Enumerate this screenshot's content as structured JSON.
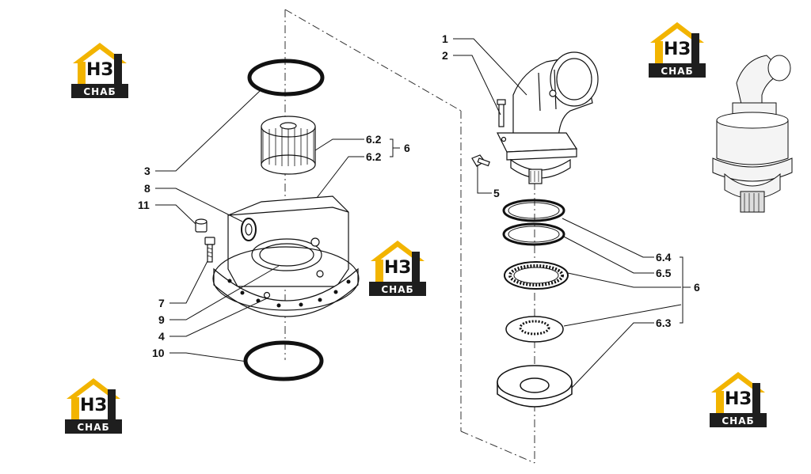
{
  "brand": {
    "logo_mark": "НЗ",
    "logo_text": "СНАБ",
    "accent_color": "#f2b400",
    "dark_color": "#1e1e1e"
  },
  "callouts": {
    "c1": "1",
    "c2": "2",
    "c3": "3",
    "c4": "4",
    "c5": "5",
    "c6a": "6",
    "c6b": "6",
    "c62a": "6.2",
    "c62b": "6.2",
    "c63": "6.3",
    "c64": "6.4",
    "c65": "6.5",
    "c7": "7",
    "c8": "8",
    "c9": "9",
    "c10": "10",
    "c11": "11"
  }
}
